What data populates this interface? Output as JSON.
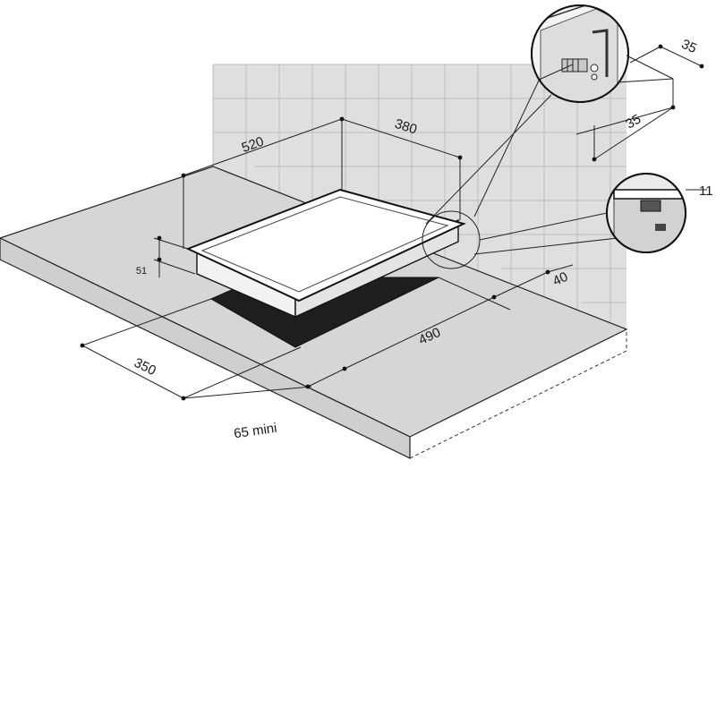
{
  "dimensions": {
    "depth_cutout": "520",
    "width_cutout": "380",
    "height": "51",
    "hob_depth": "350",
    "hob_width": "490",
    "wall_clearance": "40",
    "worktop_min": "65 mini",
    "detail_side_a": "35",
    "detail_side_b": "35",
    "detail_edge": "11"
  },
  "colors": {
    "wall": "#dcdcdc",
    "worktop": "#d6d6d6",
    "cutout": "#1e1e1e",
    "line": "#222222",
    "hob_surface": "#ffffff"
  }
}
